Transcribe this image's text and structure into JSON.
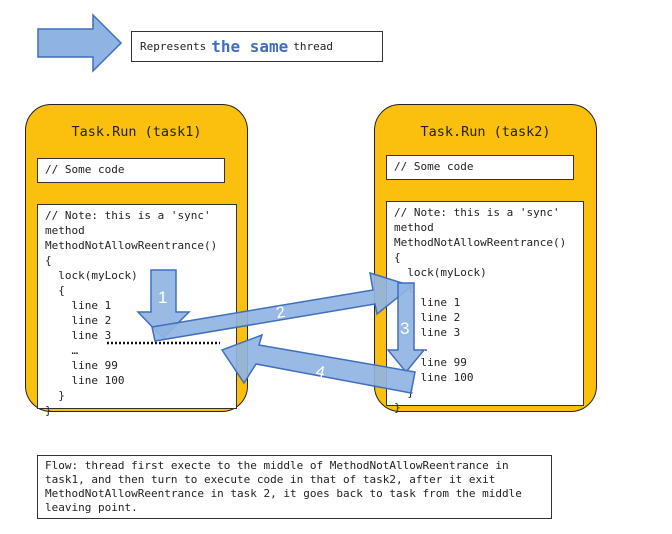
{
  "legend": {
    "prefix": "Represents",
    "emphasis": "the same",
    "suffix": "thread",
    "arrow_color": "#8fb4e3"
  },
  "task1": {
    "title": "Task.Run (task1)",
    "some_code": "// Some code",
    "lines": [
      "// Note: this is a 'sync'",
      "method",
      "MethodNotAllowReentrance()",
      "{",
      "  lock(myLock)",
      "  {",
      "    line 1",
      "    line 2",
      "    line 3",
      "    …",
      "    line 99",
      "    line 100",
      "  }",
      "}"
    ]
  },
  "task2": {
    "title": "Task.Run (task2)",
    "some_code": "// Some code",
    "lines": [
      "// Note: this is a 'sync'",
      "method",
      "MethodNotAllowReentrance()",
      "{",
      "  lock(myLock)",
      "  {",
      "    line 1",
      "    line 2",
      "    line 3",
      "    …",
      "    line 99",
      "    line 100",
      "  }",
      "}"
    ]
  },
  "flow_arrows": [
    {
      "label": "1"
    },
    {
      "label": "2"
    },
    {
      "label": "3"
    },
    {
      "label": "4"
    }
  ],
  "flow_note": "Flow: thread first execte to the middle of MethodNotAllowReentrance in task1, and then turn to execute code in that of task2, after it exit MethodNotAllowReentrance in task 2, it goes back to task from the middle leaving point.",
  "colors": {
    "task_fill": "#fbbf0e",
    "arrow_fill": "#8fb4e3",
    "arrow_stroke": "#3f6fbf"
  }
}
